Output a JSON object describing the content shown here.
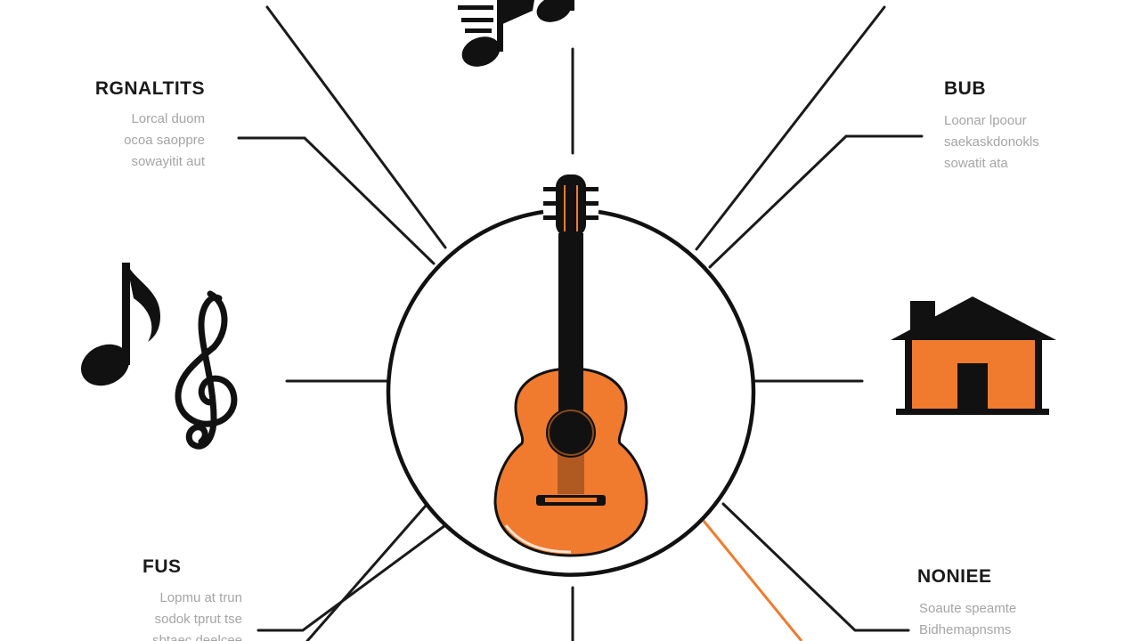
{
  "colors": {
    "accent": "#f07b2f",
    "ink": "#111111",
    "muted_text": "#a5a5a5",
    "background": "#ffffff"
  },
  "center": {
    "icon": "acoustic-guitar-icon"
  },
  "sections": {
    "top_left": {
      "title": "RGNALTITS",
      "lines": [
        "Lorcal duom",
        "ocoa saoppre",
        "sowayitit aut"
      ]
    },
    "top_right": {
      "title": "BUB",
      "lines": [
        "Loonar lpoour",
        "saekaskdonokls",
        "sowatit ata"
      ]
    },
    "bottom_left": {
      "title": "FUS",
      "lines": [
        "Lopmu at trun",
        "sodok tprut tse",
        "sbtaec deelcee"
      ]
    },
    "bottom_right": {
      "title": "NONIEE",
      "lines": [
        "Soaute speamte",
        "Bidhemapnsms"
      ]
    }
  },
  "icons": {
    "top": "music-notes-icon",
    "left": "music-note-and-treble-clef-icon",
    "right": "house-icon"
  }
}
